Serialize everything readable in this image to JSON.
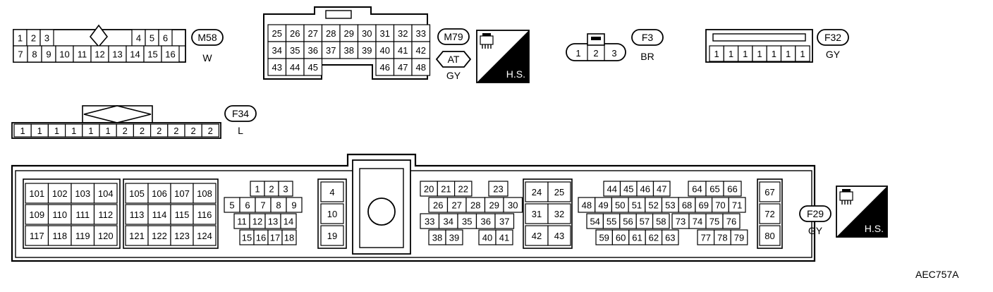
{
  "diagram_code": "AEC757A",
  "hs_label": "H.S.",
  "connectors": {
    "m58": {
      "id": "M58",
      "color": "W",
      "row1": [
        "1",
        "2",
        "3",
        "4",
        "5",
        "6"
      ],
      "row2": [
        "7",
        "8",
        "9",
        "10",
        "11",
        "12",
        "13",
        "14",
        "15",
        "16"
      ]
    },
    "m79": {
      "id": "M79",
      "sub": "AT",
      "color": "GY",
      "row1": [
        "25",
        "26",
        "27",
        "28",
        "29",
        "30",
        "31",
        "32",
        "33"
      ],
      "row2": [
        "34",
        "35",
        "36",
        "37",
        "38",
        "39",
        "40",
        "41",
        "42"
      ],
      "row3": [
        "43",
        "44",
        "45",
        "46",
        "47",
        "48"
      ]
    },
    "f3": {
      "id": "F3",
      "color": "BR",
      "pins": [
        "1",
        "2",
        "3"
      ]
    },
    "f32": {
      "id": "F32",
      "color": "GY",
      "pins": [
        "1",
        "1",
        "1",
        "1",
        "1",
        "1",
        "1"
      ]
    },
    "f34": {
      "id": "F34",
      "color": "L",
      "pins": [
        "1",
        "1",
        "1",
        "1",
        "1",
        "1",
        "2",
        "2",
        "2",
        "2",
        "2",
        "2"
      ]
    },
    "f29": {
      "id": "F29",
      "color": "GY",
      "groups": {
        "a": [
          [
            "101",
            "102",
            "103",
            "104"
          ],
          [
            "109",
            "110",
            "111",
            "112"
          ],
          [
            "117",
            "118",
            "119",
            "120"
          ]
        ],
        "b": [
          [
            "105",
            "106",
            "107",
            "108"
          ],
          [
            "113",
            "114",
            "115",
            "116"
          ],
          [
            "121",
            "122",
            "123",
            "124"
          ]
        ],
        "c": [
          [
            "1",
            "2",
            "3"
          ],
          [
            "5",
            "6",
            "7",
            "8",
            "9"
          ],
          [
            "11",
            "12",
            "13",
            "14"
          ],
          [
            "15",
            "16",
            "17",
            "18"
          ]
        ],
        "d": [
          "4",
          "10",
          "19"
        ],
        "e": [
          [
            "20",
            "21",
            "22",
            "23"
          ],
          [
            "26",
            "27",
            "28",
            "29",
            "30"
          ],
          [
            "33",
            "34",
            "35",
            "36",
            "37"
          ],
          [
            "38",
            "39",
            "40",
            "41"
          ]
        ],
        "f": [
          [
            "24",
            "25"
          ],
          [
            "31",
            "32"
          ],
          [
            "42",
            "43"
          ]
        ],
        "g": [
          [
            "44",
            "45",
            "46",
            "47",
            "64",
            "65",
            "66"
          ],
          [
            "48",
            "49",
            "50",
            "51",
            "52",
            "53",
            "68",
            "69",
            "70",
            "71"
          ],
          [
            "54",
            "55",
            "56",
            "57",
            "58",
            "73",
            "74",
            "75",
            "76"
          ],
          [
            "59",
            "60",
            "61",
            "62",
            "63",
            "77",
            "78",
            "79"
          ]
        ],
        "h": [
          "67",
          "72",
          "80"
        ]
      }
    }
  }
}
